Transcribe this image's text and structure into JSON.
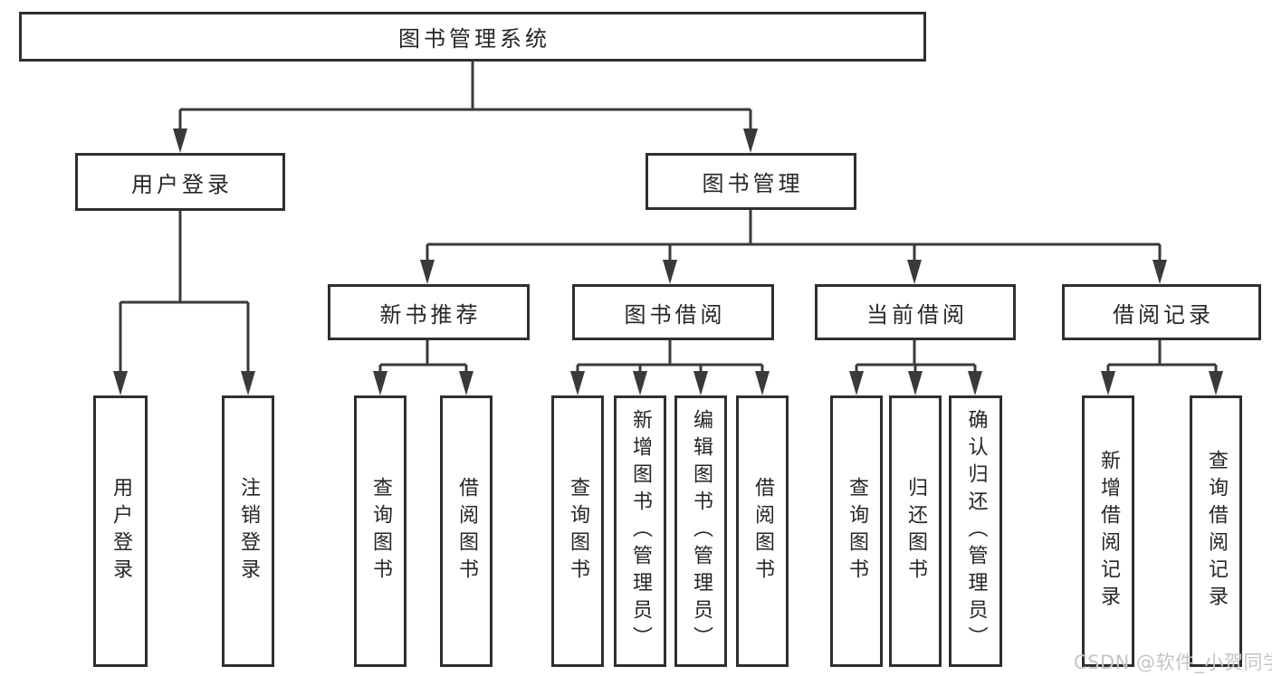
{
  "diagram": {
    "root": "图书管理系统",
    "level2": {
      "user_login": "用户登录",
      "book_mgmt": "图书管理"
    },
    "level3": {
      "new_books": "新书推荐",
      "book_borrow": "图书借阅",
      "current_borrow": "当前借阅",
      "borrow_records": "借阅记录"
    },
    "leaves": {
      "user_login": [
        "用户登录",
        "注销登录"
      ],
      "new_books": [
        "查询图书",
        "借阅图书"
      ],
      "book_borrow": [
        "查询图书",
        "新增图书（管理员）",
        "编辑图书（管理员）",
        "借阅图书"
      ],
      "current_borrow": [
        "查询图书",
        "归还图书",
        "确认归还（管理员）"
      ],
      "borrow_records": [
        "新增借阅记录",
        "查询借阅记录"
      ]
    }
  },
  "watermark": "CSDN @软件_小贺同学",
  "colors": {
    "line": "#3a3a3a",
    "box_border": "#2f2f2f",
    "text": "#262626",
    "watermark": "#c5c5c5",
    "background": "#ffffff"
  }
}
